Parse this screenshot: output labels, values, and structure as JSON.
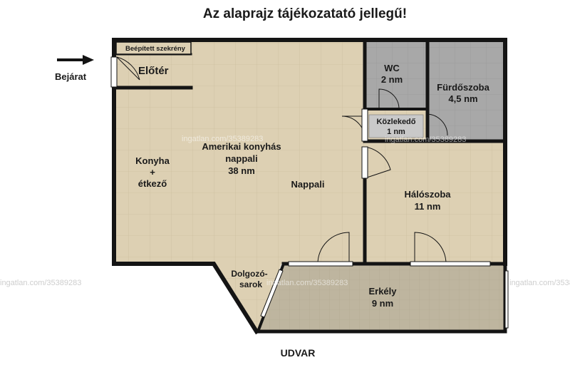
{
  "title": "Az alaprajz tájékozatató jellegű!",
  "entrance_label": "Bejárat",
  "built_in_wardrobe": "Beépített szekrény",
  "rooms": {
    "eloter": "Előtér",
    "living_name_1": "Amerikai konyhás",
    "living_name_2": "nappali",
    "living_area": "38 nm",
    "kitchen_1": "Konyha",
    "kitchen_2": "+",
    "kitchen_3": "étkező",
    "nappali": "Nappali",
    "wc_name": "WC",
    "wc_area": "2 nm",
    "bath_name": "Fürdőszoba",
    "bath_area": "4,5 nm",
    "hall_name": "Közlekedő",
    "hall_area": "1 nm",
    "bedroom_name": "Hálószoba",
    "bedroom_area": "11 nm",
    "work_1": "Dolgozó-",
    "work_2": "sarok",
    "balcony_name": "Erkély",
    "balcony_area": "9 nm"
  },
  "courtyard_label": "UDVAR",
  "watermark": "ingatlan.com/35389283",
  "colors": {
    "floor": "#ddd0b3",
    "tile": "#a6a6a6",
    "balcony": "#bdb49e",
    "wall": "#141414"
  }
}
